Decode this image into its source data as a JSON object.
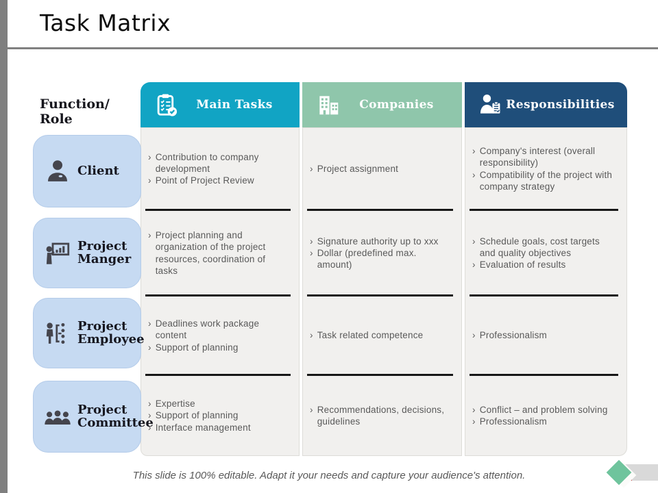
{
  "title": "Task Matrix",
  "corner_label": "Function/ Role",
  "bullet": "›",
  "columns": [
    {
      "label": "Main Tasks",
      "icon": "clipboard-check-icon"
    },
    {
      "label": "Companies",
      "icon": "buildings-icon"
    },
    {
      "label": "Responsibilities",
      "icon": "person-clipboard-icon"
    }
  ],
  "rows": [
    {
      "role": "Client",
      "icon": "person-icon",
      "main_tasks": [
        "Contribution to company development",
        "Point of Project Review"
      ],
      "companies": [
        "Project assignment"
      ],
      "responsibilities": [
        "Company's interest (overall responsibility)",
        "Compatibility of the project with company strategy"
      ]
    },
    {
      "role": "Project Manger",
      "icon": "presenter-icon",
      "main_tasks": [
        "Project planning and organization of the project resources, coordination of tasks"
      ],
      "companies": [
        "Signature authority up to xxx",
        "Dollar (predefined  max. amount)"
      ],
      "responsibilities": [
        "Schedule goals, cost targets and quality objectives",
        "Evaluation of results"
      ]
    },
    {
      "role": "Project Employee",
      "icon": "person-hierarchy-icon",
      "main_tasks": [
        "Deadlines work package content",
        "Support of planning"
      ],
      "companies": [
        "Task related competence"
      ],
      "responsibilities": [
        "Professionalism"
      ]
    },
    {
      "role": "Project Committee",
      "icon": "people-group-icon",
      "main_tasks": [
        "Expertise",
        "Support of planning",
        "Interface management"
      ],
      "companies": [
        "Recommendations, decisions, guidelines"
      ],
      "responsibilities": [
        "Conflict – and problem solving",
        "Professionalism"
      ]
    }
  ],
  "footer": "This slide is 100% editable. Adapt it your needs and capture your audience's attention.",
  "colors": {
    "main_tasks": "#11a4c4",
    "companies": "#8fc6ab",
    "responsibilities": "#1f4e7a",
    "role_box": "#c6daf2",
    "diamond": "#6fc49d"
  }
}
